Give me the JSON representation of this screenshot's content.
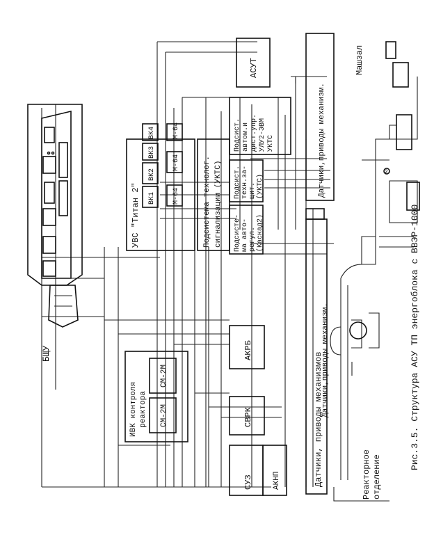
{
  "diagram": {
    "caption": "Рис.3.5. Структура АСУ ТП энергоблока с ВВЭР-1000",
    "labels": {
      "bshu": "БЩУ",
      "asut": "АСУТ",
      "mashzal": "Машзал",
      "reactor_dept_1": "Реакторное",
      "reactor_dept_2": "отделение",
      "sensors_top": "Датчики,приводы механизм.",
      "sensors_mid": "Датчики,приводы механизм.",
      "sensors_bottom": "Датчики, приводы механизмов",
      "circle_num": "2"
    },
    "uvs": {
      "title": "УВС \"Титан 2\"",
      "vk": [
        "ВК1",
        "ВК2",
        "ВК3",
        "ВК4"
      ],
      "m64": [
        "М-64",
        "М-64",
        "М-64"
      ]
    },
    "ivk": {
      "title_1": "ИВК контроля",
      "title_2": "реактора",
      "cm_left": "СМ-2М",
      "cm_right": "СМ-2М"
    },
    "blocks": {
      "akrb": "АКРБ",
      "svrk": "СВРК",
      "aknp": "АКНП",
      "suz": "СУЗ"
    },
    "subsystems": {
      "tech_signal": [
        "Подсистема технолог.",
        "сигнализации (УКТС)"
      ],
      "auto_reg": [
        "Подсисте-",
        "ма авто-",
        "регул.",
        "(Каскад2)"
      ],
      "tech_protect": [
        "Подсист.",
        "техн.за-",
        "щит.",
        "(УКТС)"
      ],
      "auto_remote": [
        "Подсист.",
        "автом.и",
        "дист.упр.",
        "УЛУ2-ЭВМ",
        "УКТС"
      ]
    }
  }
}
